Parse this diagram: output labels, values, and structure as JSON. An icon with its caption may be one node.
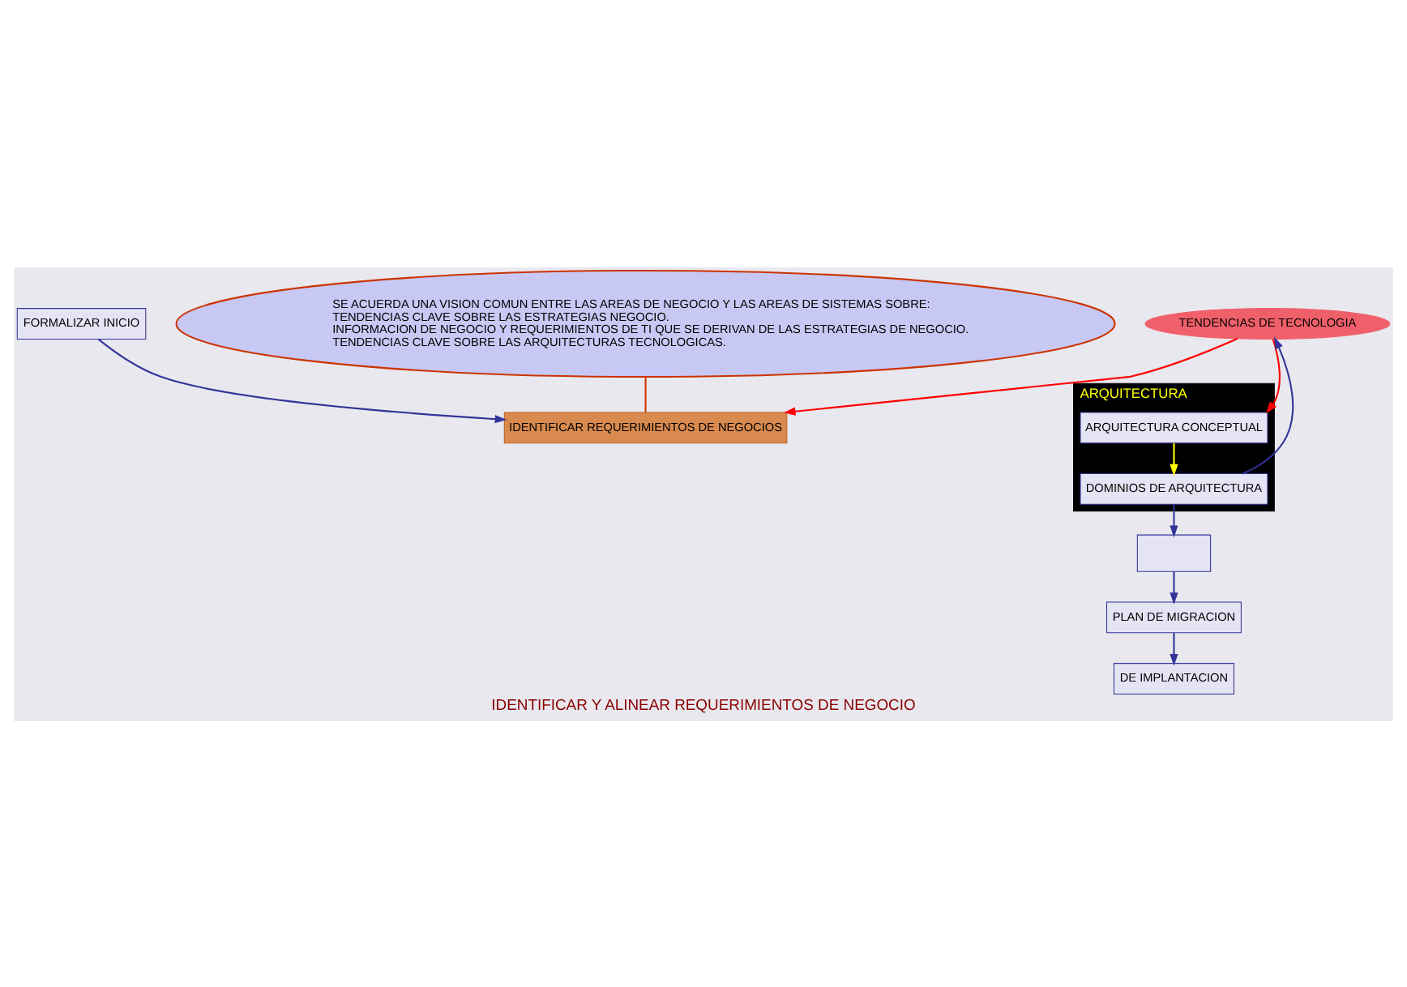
{
  "diagram": {
    "caption": "IDENTIFICAR Y ALINEAR REQUERIMIENTOS DE NEGOCIO",
    "nodes": [
      {
        "text": [
          "TENDENCIAS DE TECNOLOGIA"
        ]
      },
      {
        "text": [
          "IDENTIFICAR REQUERIMIENTOS DE NEGOCIOS"
        ]
      },
      {
        "text": [
          "ARQUITECTURA"
        ]
      },
      {
        "text": [
          "ARQUITECTURA CONCEPTUAL"
        ],
        "in": 2
      },
      {
        "text": [
          "DOMINIOS DE ARQUITECTURA"
        ],
        "in": 2
      },
      {
        "text": [
          "FORMALIZAR INICIO"
        ]
      },
      {
        "text": [],
        "shape": "box"
      },
      {
        "text": [
          "PLAN DE MIGRACION"
        ]
      },
      {
        "text": [
          "DE IMPLANTACION"
        ]
      },
      {
        "text": [
          "SE ACUERDA UNA VISION COMUN ENTRE LAS AREAS DE NEGOCIO Y LAS AREAS DE SISTEMAS SOBRE:",
          "TENDENCIAS CLAVE SOBRE LAS ESTRATEGIAS NEGOCIO.",
          "INFORMACION DE NEGOCIO Y REQUERIMIENTOS DE TI QUE SE DERIVAN DE LAS ESTRATEGIAS DE NEGOCIO.",
          "TENDENCIAS CLAVE SOBRE LAS ARQUITECTURAS TECNOLOGICAS."
        ]
      }
    ],
    "edges": [
      {
        "from": 0,
        "to": 1,
        "arrow": "to",
        "color": "#ff0000"
      },
      {
        "from": 0,
        "to": 3,
        "arrow": "to",
        "color": "#ff0000"
      },
      {
        "from": 5,
        "to": 1,
        "arrow": "to"
      },
      {
        "from": 3,
        "to": 4,
        "arrow": "to",
        "color": "#ffff00"
      },
      {
        "from": 4,
        "to": 0,
        "arrow": "to"
      },
      {
        "from": 4,
        "to": 6,
        "arrow": "to"
      },
      {
        "from": 6,
        "to": 7,
        "arrow": "to"
      },
      {
        "from": 7,
        "to": 8,
        "arrow": "to"
      },
      {
        "from": 9,
        "to": 1,
        "arrow": "none",
        "color": "#cc3300"
      }
    ]
  }
}
